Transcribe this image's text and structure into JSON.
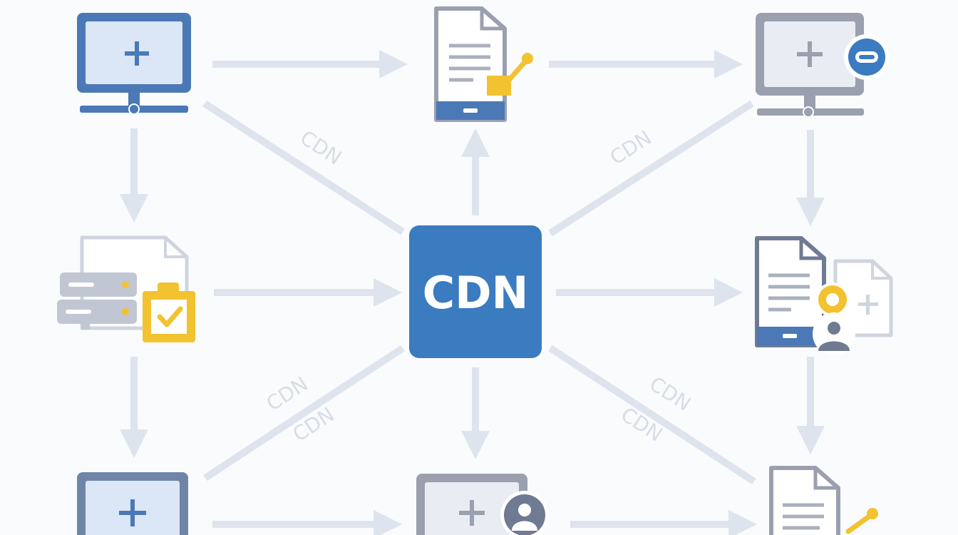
{
  "hub": {
    "label": "CDN"
  },
  "connection_labels": [
    "CDN",
    "CDN",
    "CDN",
    "CDN",
    "CDN",
    "CDN"
  ],
  "nodes": [
    {
      "id": "top-left",
      "icon": "monitor-plus-icon"
    },
    {
      "id": "top-center",
      "icon": "mobile-document-check-icon"
    },
    {
      "id": "top-right",
      "icon": "monitor-toggle-icon"
    },
    {
      "id": "middle-left",
      "icon": "server-clipboard-check-icon"
    },
    {
      "id": "middle-right",
      "icon": "document-user-icon"
    },
    {
      "id": "bottom-left",
      "icon": "monitor-plus-icon"
    },
    {
      "id": "bottom-center",
      "icon": "monitor-user-icon"
    },
    {
      "id": "bottom-right",
      "icon": "document-check-icon"
    }
  ],
  "colors": {
    "blue": "#4a79b6",
    "hub_blue": "#3b7bc0",
    "screen_fill": "#dbe7f6",
    "gray": "#9aa0ae",
    "gray_light": "#e9ecf3",
    "yellow": "#f2c230",
    "arrow": "#dde4ee",
    "background": "#fafbfd"
  }
}
